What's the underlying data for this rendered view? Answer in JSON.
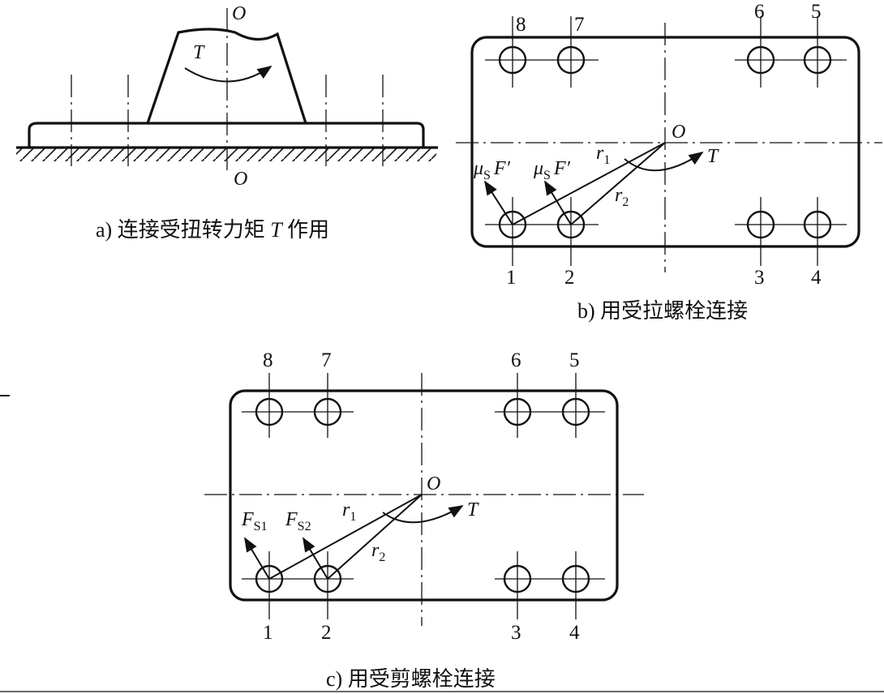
{
  "panel_a": {
    "caption_prefix": "a) 连接受扭转力矩 ",
    "caption_T": "T",
    "caption_suffix": " 作用",
    "label_O_top": "O",
    "label_O_bottom": "O",
    "label_T": "T"
  },
  "panel_b": {
    "caption": "b) 用受拉螺栓连接",
    "label_O": "O",
    "label_T": "T",
    "force_symbol": "μ",
    "force_subscript": "S",
    "force_rest": "F′",
    "label_r1": "r",
    "label_r1_sub": "1",
    "label_r2": "r",
    "label_r2_sub": "2",
    "bolt_numbers_top": [
      "8",
      "7",
      "6",
      "5"
    ],
    "bolt_numbers_bottom": [
      "1",
      "2",
      "3",
      "4"
    ]
  },
  "panel_c": {
    "caption": "c) 用受剪螺栓连接",
    "label_O": "O",
    "label_T": "T",
    "force1": "F",
    "force1_sub": "S1",
    "force2": "F",
    "force2_sub": "S2",
    "label_r1": "r",
    "label_r1_sub": "1",
    "label_r2": "r",
    "label_r2_sub": "2",
    "bolt_numbers_top": [
      "8",
      "7",
      "6",
      "5"
    ],
    "bolt_numbers_bottom": [
      "1",
      "2",
      "3",
      "4"
    ]
  }
}
